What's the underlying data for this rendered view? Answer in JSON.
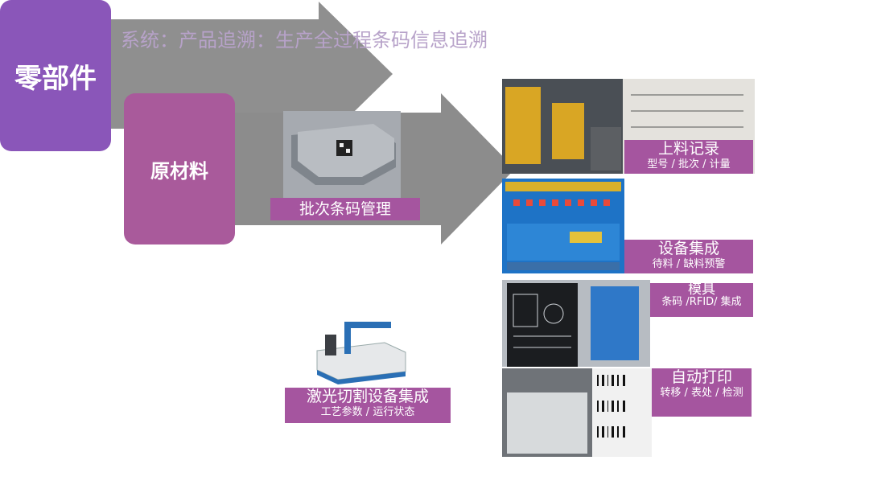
{
  "title": "系统：产品追溯：生产全过程条码信息追溯",
  "parts_label": "零部件",
  "raw_label": "原材料",
  "batch_caption": "批次条码管理",
  "laser": {
    "title": "激光切割设备集成",
    "sub": "工艺参数 / 运行状态"
  },
  "feed": {
    "title": "上料记录",
    "sub": "型号 / 批次 / 计量"
  },
  "equip": {
    "title": "设备集成",
    "sub": "待料 / 缺料预警"
  },
  "mold": {
    "title": "模具",
    "sub": "条码 /RFID/ 集成"
  },
  "print": {
    "title": "自动打印",
    "sub": "转移 / 表处 / 检测"
  },
  "colors": {
    "parts": "#8a56b9",
    "raw": "#a95a9b",
    "caption": "#a5559f",
    "arrow": "#8c8c8c",
    "title": "#b7a2c9"
  }
}
